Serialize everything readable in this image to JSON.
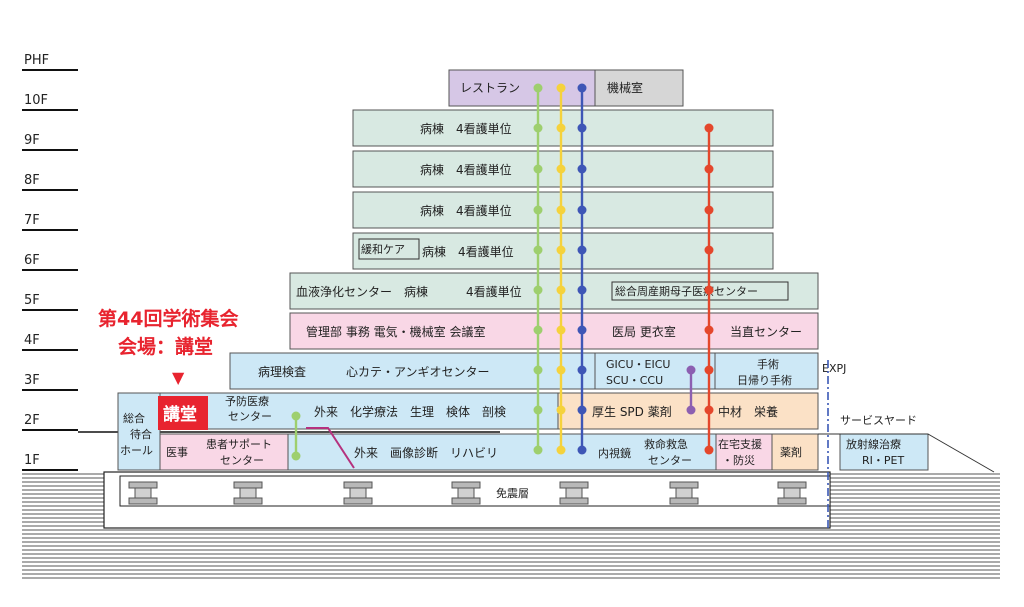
{
  "floors": [
    "PHF",
    "10F",
    "9F",
    "8F",
    "7F",
    "6F",
    "5F",
    "4F",
    "3F",
    "2F",
    "1F"
  ],
  "rooms": {
    "restaurant": "レストラン",
    "machine_room": "機械室",
    "ward_4units": "病棟　4看護単位",
    "palliative": "緩和ケア",
    "dialysis": "血液浄化センター　病棟",
    "perinatal": "総合周産期母子医療センター",
    "f4_left": "管理部 事務 電気・機械室 会議室",
    "f4_mid": "医局 更衣室",
    "f4_right": "当直センター",
    "pathology": "病理検査",
    "cath": "心カテ・アンギオセンター",
    "icu_1": "GICU・EICU",
    "icu_2": "SCU・CCU",
    "surgery_1": "手術",
    "surgery_2": "日帰り手術",
    "expj": "EXPJ",
    "hall_1": "総合",
    "hall_2": "待合",
    "hall_3": "ホール",
    "auditorium": "講堂",
    "prevent_1": "予防医療",
    "prevent_2": "センター",
    "f2_clinic": "外来　化学療法　生理　検体　剖検",
    "f2_right1": "厚生 SPD 薬剤",
    "f2_right2": "中材　栄養",
    "service_yard": "サービスヤード",
    "f1_medaffairs": "医事",
    "f1_support_1": "患者サポート",
    "f1_support_2": "センター",
    "f1_clinic": "外来　画像診断　リハビリ",
    "endoscopy": "内視鏡",
    "emergency_1": "救命救急",
    "emergency_2": "センター",
    "homecare_1": "在宅支援",
    "homecare_2": "・防災",
    "pharmacy": "薬剤",
    "radiation_1": "放射線治療",
    "radiation_2": "RI・PET",
    "seismic": "免震層"
  },
  "callout": {
    "line1": "第44回学術集会",
    "line2": "会場：講堂",
    "arrow": "▼"
  },
  "colors": {
    "teal": "#d8e9e2",
    "pink": "#f9d7e6",
    "blue": "#cde8f6",
    "orange": "#fbe1c6",
    "lavender": "#d6c7e6",
    "gray": "#d6d6d6",
    "red_accent": "#e8242f"
  },
  "elevators": {
    "green": "#9ecf6e",
    "yellow": "#f5d23c",
    "blue": "#3e56b6",
    "red": "#e4472c",
    "purple": "#8c5fb1",
    "magenta": "#b5317e"
  }
}
